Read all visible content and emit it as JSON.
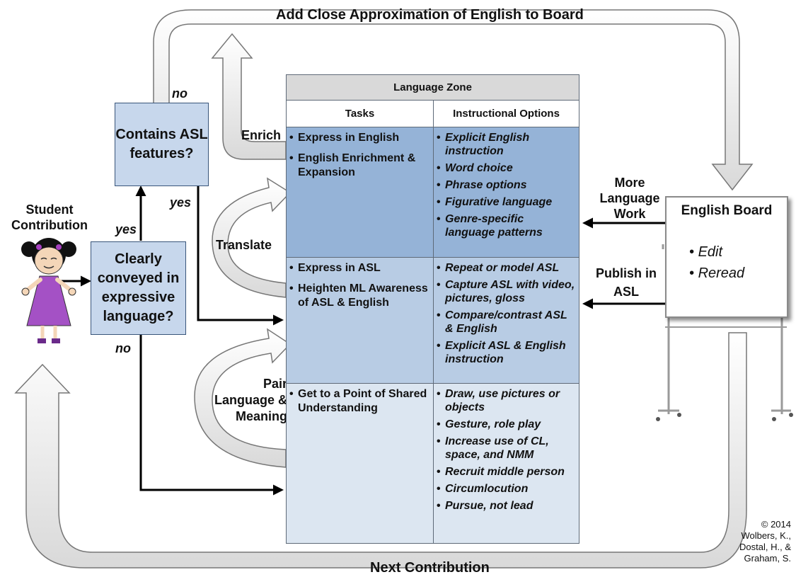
{
  "top_arrow_label": "Add Close Approximation of English to Board",
  "bottom_arrow_label": "Next Contribution",
  "student_label": "Student Contribution",
  "decision_clear": "Clearly conveyed in expressive language?",
  "decision_asl": "Contains ASL features?",
  "labels": {
    "yes_1": "yes",
    "yes_2": "yes",
    "no_1": "no",
    "no_2": "no",
    "enrich": "Enrich",
    "translate": "Translate",
    "pair": "Pair Language & Meaning",
    "more_work": "More Language Work",
    "publish": "Publish in ASL"
  },
  "zone": {
    "title": "Language Zone",
    "col_tasks": "Tasks",
    "col_options": "Instructional Options",
    "rows": [
      {
        "tasks": [
          "Express in English",
          "English Enrichment & Expansion"
        ],
        "options": [
          "Explicit English instruction",
          "Word choice",
          "Phrase options",
          "Figurative language",
          "Genre-specific language patterns"
        ]
      },
      {
        "tasks": [
          "Express in ASL",
          "Heighten ML Awareness of ASL & English"
        ],
        "options": [
          "Repeat or model ASL",
          "Capture ASL with video, pictures, gloss",
          "Compare/contrast ASL & English",
          "Explicit ASL & English instruction"
        ]
      },
      {
        "tasks": [
          "Get to a Point of Shared Understanding"
        ],
        "options": [
          "Draw, use pictures or objects",
          "Gesture, role play",
          "Increase use of CL, space, and NMM",
          "Recruit middle person",
          "Circumlocution",
          "Pursue, not lead"
        ]
      }
    ]
  },
  "board": {
    "title": "English Board",
    "items": [
      "Edit",
      "Reread"
    ]
  },
  "copyright": "© 2014 Wolbers, K., Dostal, H., & Graham, S."
}
